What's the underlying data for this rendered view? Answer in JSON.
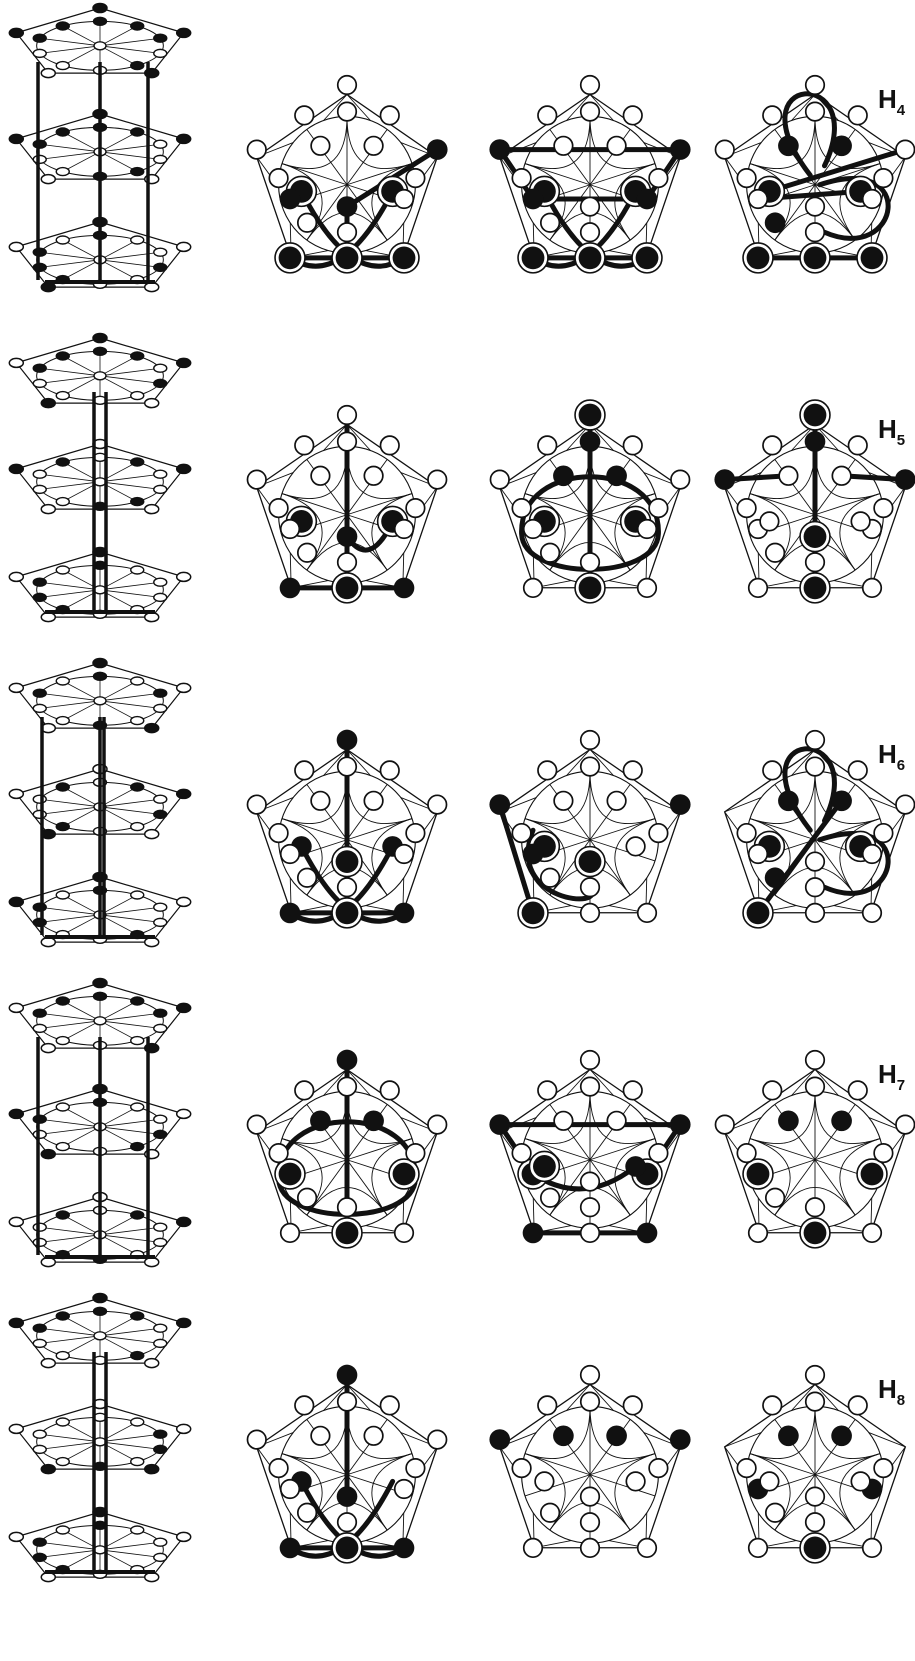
{
  "figure": {
    "ink_color": "#111111",
    "background_color": "#ffffff",
    "rows": [
      {
        "label_main": "H",
        "label_sub": "4",
        "stack": {
          "layer_hl": [
            [
              0,
              1,
              2,
              4
            ],
            [
              0,
              1,
              4,
              5
            ],
            [
              0,
              3,
              6,
              7
            ]
          ],
          "verts": "sides"
        },
        "panels": [
          {
            "open": [
              0,
              1,
              4,
              5,
              6,
              7,
              8,
              9,
              10,
              11,
              12,
              13
            ],
            "filled": [
              2,
              3,
              15
            ],
            "ringed": [
              14,
              16,
              17,
              18,
              19
            ],
            "paths": [
              "v15-v2",
              "v15-v18",
              "u14-c19",
              "u16-c17",
              "v17-v18",
              "v18-v19"
            ]
          },
          {
            "open": [
              0,
              5,
              6,
              7,
              8,
              9,
              10,
              11,
              12,
              13,
              15
            ],
            "filled": [
              1,
              2,
              3,
              4
            ],
            "ringed": [
              14,
              16,
              17,
              18,
              19
            ],
            "paths": [
              "v1-v3",
              "v4-v2",
              "v1-v2",
              "v4-v3",
              "u14-c19",
              "u16-c17",
              "v17-v18",
              "v18-v19"
            ]
          },
          {
            "open": [
              0,
              1,
              2,
              3,
              4,
              5,
              6,
              7,
              8,
              9,
              10,
              15
            ],
            "filled": [
              11,
              12,
              13
            ],
            "ringed": [
              14,
              16,
              17,
              18,
              19
            ],
            "paths": [
              "loop-a",
              "loop-b",
              "v14-v2",
              "v16-v3",
              "v17-v18",
              "v18-v19"
            ]
          }
        ]
      },
      {
        "label_main": "H",
        "label_sub": "5",
        "stack": {
          "layer_hl": [
            [
              0,
              1,
              3
            ],
            [
              1,
              4,
              5
            ],
            [
              0,
              6,
              7
            ]
          ],
          "verts": "center"
        },
        "panels": [
          {
            "open": [
              0,
              1,
              2,
              3,
              4,
              5,
              6,
              7,
              8,
              9,
              10,
              11,
              12,
              13
            ],
            "filled": [
              15,
              17,
              19
            ],
            "ringed": [
              14,
              16,
              18
            ],
            "paths": [
              "v0-v18",
              "u15-u16",
              "v17-v18",
              "v18-v19"
            ]
          },
          {
            "open": [
              1,
              2,
              3,
              4,
              6,
              7,
              8,
              9,
              10,
              13,
              17,
              19
            ],
            "filled": [
              5,
              11,
              12
            ],
            "ringed": [
              0,
              14,
              16,
              18
            ],
            "paths": [
              "v0-v18",
              "oval"
            ]
          },
          {
            "open": [
              3,
              4,
              6,
              7,
              8,
              9,
              10,
              11,
              12,
              13,
              14,
              16,
              17,
              19
            ],
            "filled": [
              1,
              2,
              5
            ],
            "ringed": [
              0,
              15,
              18
            ],
            "paths": [
              "v0-v18",
              "v1-v11",
              "v2-v12"
            ]
          }
        ]
      },
      {
        "label_main": "H",
        "label_sub": "6",
        "stack": {
          "layer_hl": [
            [
              0,
              2,
              5
            ],
            [
              1,
              3,
              6
            ],
            [
              0,
              4,
              7
            ]
          ],
          "verts": "mixed"
        },
        "panels": [
          {
            "open": [
              1,
              2,
              3,
              4,
              5,
              6,
              7,
              8,
              9,
              10,
              11,
              12,
              13
            ],
            "filled": [
              0,
              14,
              16,
              17,
              19
            ],
            "ringed": [
              15,
              18
            ],
            "paths": [
              "v0-v18",
              "u14-c19",
              "u16-c17",
              "v17-v18",
              "v18-v19"
            ]
          },
          {
            "open": [
              0,
              2,
              5,
              6,
              7,
              8,
              9,
              10,
              11,
              12,
              13,
              16,
              18,
              19
            ],
            "filled": [
              1,
              2,
              3
            ],
            "ringed": [
              14,
              15,
              17
            ],
            "paths": [
              "v1-v17",
              "v3-v14",
              "arc-left"
            ]
          },
          {
            "open": [
              0,
              2,
              3,
              4,
              5,
              6,
              7,
              8,
              9,
              10,
              15,
              18,
              19
            ],
            "filled": [
              11,
              12,
              13
            ],
            "ringed": [
              14,
              16,
              17
            ],
            "paths": [
              "loop-a",
              "loop-b",
              "v12-v17"
            ]
          }
        ]
      },
      {
        "label_main": "H",
        "label_sub": "7",
        "stack": {
          "layer_hl": [
            [
              0,
              1,
              2
            ],
            [
              0,
              3,
              4
            ],
            [
              1,
              5,
              6
            ]
          ],
          "verts": "sides"
        },
        "panels": [
          {
            "open": [
              1,
              2,
              5,
              6,
              7,
              8,
              9,
              10,
              11,
              12,
              13,
              17,
              19
            ],
            "filled": [
              0,
              11,
              12
            ],
            "ringed": [
              3,
              4,
              18
            ],
            "paths": [
              "v0-v18",
              "oval"
            ]
          },
          {
            "open": [
              0,
              5,
              6,
              7,
              8,
              9,
              10,
              11,
              12,
              13,
              15,
              18
            ],
            "filled": [
              1,
              2,
              16,
              17,
              19
            ],
            "ringed": [
              3,
              4,
              14
            ],
            "paths": [
              "v1-v3",
              "v4-v2",
              "v1-v2",
              "v17-v18",
              "v18-v19",
              "u3-c16"
            ]
          },
          {
            "open": [
              0,
              1,
              2,
              5,
              6,
              7,
              8,
              9,
              10,
              11,
              12,
              13,
              17,
              19
            ],
            "filled": [
              11,
              12
            ],
            "ringed": [
              3,
              4,
              18
            ],
            "paths": []
          }
        ]
      },
      {
        "label_main": "H",
        "label_sub": "8",
        "stack": {
          "layer_hl": [
            [
              0,
              1,
              4
            ],
            [
              2,
              3,
              5
            ],
            [
              0,
              6,
              7
            ]
          ],
          "verts": "center"
        },
        "panels": [
          {
            "open": [
              1,
              2,
              3,
              4,
              5,
              6,
              7,
              8,
              9,
              10,
              11,
              12,
              13
            ],
            "filled": [
              0,
              14,
              15,
              17,
              19
            ],
            "ringed": [
              18
            ],
            "paths": [
              "v0-v15",
              "u14-c19",
              "u16-c17",
              "v17-v18",
              "v18-v19"
            ]
          },
          {
            "open": [
              0,
              5,
              6,
              7,
              8,
              9,
              10,
              13,
              14,
              15,
              16,
              17,
              18,
              19
            ],
            "filled": [
              1,
              2,
              11,
              12
            ],
            "ringed": [],
            "paths": []
          },
          {
            "open": [
              0,
              5,
              6,
              7,
              8,
              9,
              10,
              13,
              14,
              15,
              16,
              17,
              19
            ],
            "filled": [
              11,
              12,
              3,
              4
            ],
            "ringed": [
              18
            ],
            "paths": []
          }
        ]
      }
    ]
  }
}
